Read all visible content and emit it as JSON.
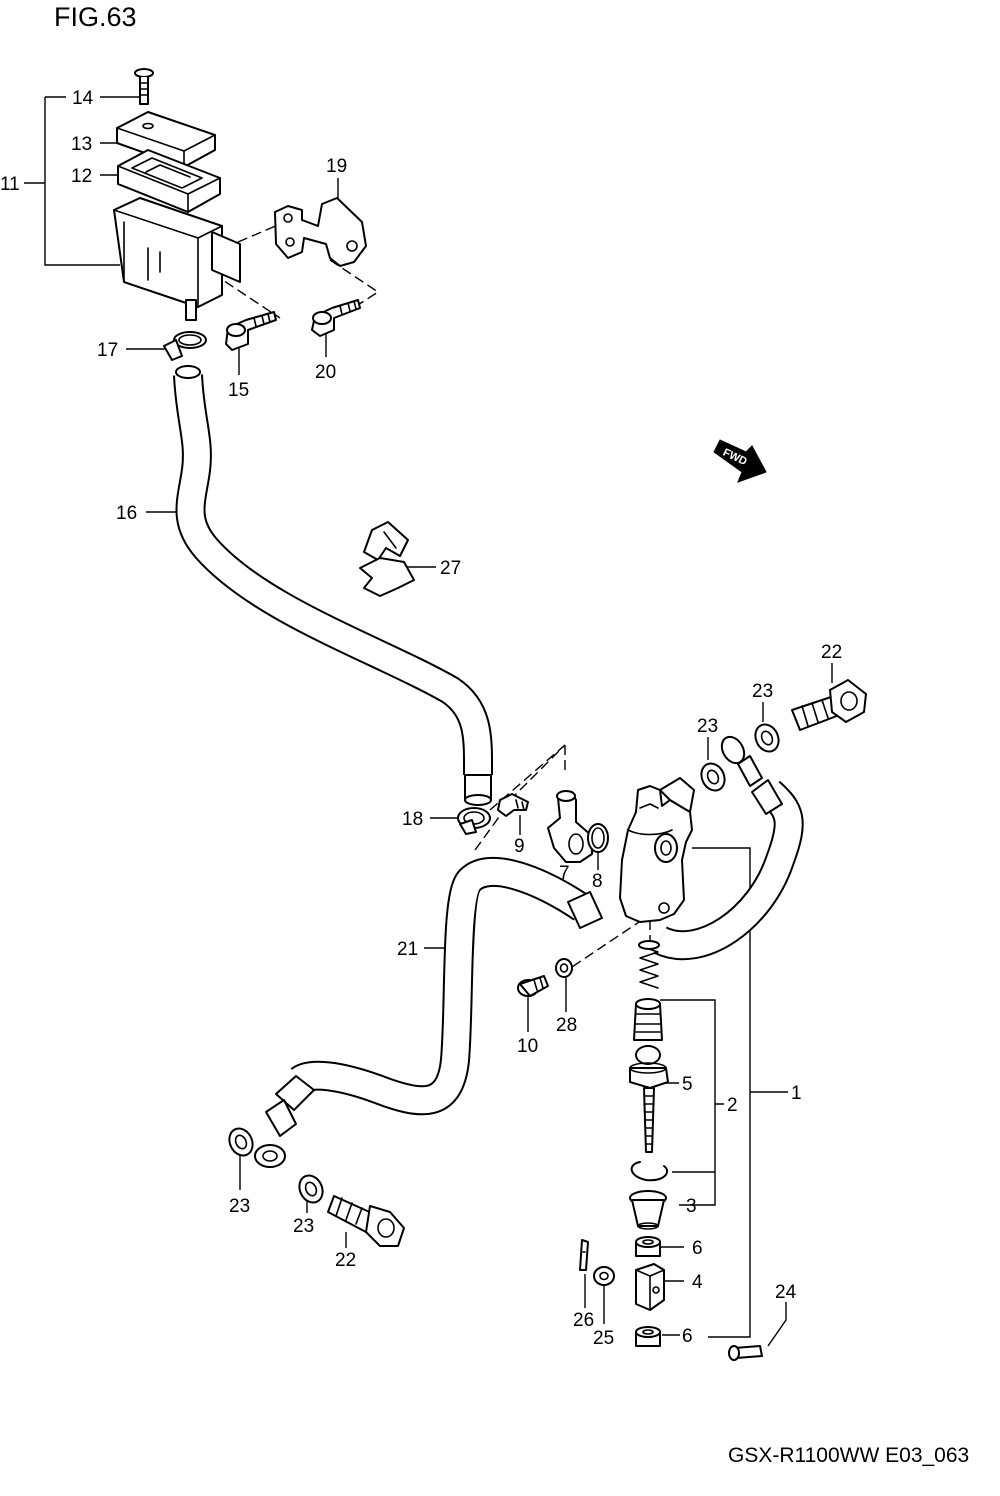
{
  "figure": {
    "title": "FIG.63",
    "footer": "GSX-R1100WW  E03_063"
  },
  "fwd_badge": {
    "text": "FWD"
  },
  "callouts": [
    {
      "id": "c11",
      "text": "11"
    },
    {
      "id": "c14",
      "text": "14"
    },
    {
      "id": "c13",
      "text": "13"
    },
    {
      "id": "c12",
      "text": "12"
    },
    {
      "id": "c19",
      "text": "19"
    },
    {
      "id": "c17",
      "text": "17"
    },
    {
      "id": "c15",
      "text": "15"
    },
    {
      "id": "c20",
      "text": "20"
    },
    {
      "id": "c16",
      "text": "16"
    },
    {
      "id": "c27",
      "text": "27"
    },
    {
      "id": "c22a",
      "text": "22"
    },
    {
      "id": "c23a",
      "text": "23"
    },
    {
      "id": "c23b",
      "text": "23"
    },
    {
      "id": "c18",
      "text": "18"
    },
    {
      "id": "c9",
      "text": "9"
    },
    {
      "id": "c7",
      "text": "7"
    },
    {
      "id": "c8",
      "text": "8"
    },
    {
      "id": "c21",
      "text": "21"
    },
    {
      "id": "c10",
      "text": "10"
    },
    {
      "id": "c28",
      "text": "28"
    },
    {
      "id": "c5",
      "text": "5"
    },
    {
      "id": "c2",
      "text": "2"
    },
    {
      "id": "c1",
      "text": "1"
    },
    {
      "id": "c3",
      "text": "3"
    },
    {
      "id": "c6a",
      "text": "6"
    },
    {
      "id": "c4",
      "text": "4"
    },
    {
      "id": "c6b",
      "text": "6"
    },
    {
      "id": "c24",
      "text": "24"
    },
    {
      "id": "c26",
      "text": "26"
    },
    {
      "id": "c25",
      "text": "25"
    },
    {
      "id": "c23c",
      "text": "23"
    },
    {
      "id": "c23d",
      "text": "23"
    },
    {
      "id": "c22b",
      "text": "22"
    }
  ]
}
